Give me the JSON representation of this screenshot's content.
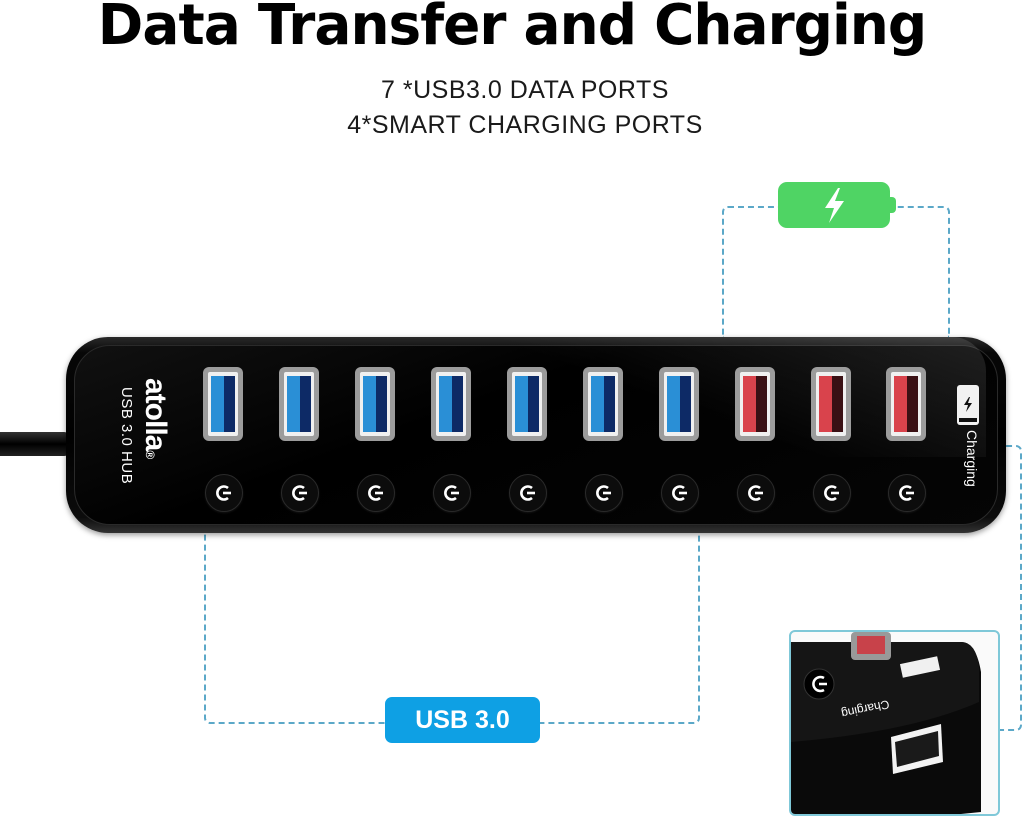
{
  "header": {
    "title": "Data Transfer and Charging",
    "subtitle_line1": "7 *USB3.0 DATA PORTS",
    "subtitle_line2": "4*SMART CHARGING PORTS"
  },
  "hub": {
    "brand": "atolla",
    "brand_mark": "®",
    "model_label": "USB 3.0 HUB",
    "charging_label": "Charging",
    "ports": [
      {
        "type": "usb3-data",
        "color": "#2a8fd6"
      },
      {
        "type": "usb3-data",
        "color": "#2a8fd6"
      },
      {
        "type": "usb3-data",
        "color": "#2a8fd6"
      },
      {
        "type": "usb3-data",
        "color": "#2a8fd6"
      },
      {
        "type": "usb3-data",
        "color": "#2a8fd6"
      },
      {
        "type": "usb3-data",
        "color": "#2a8fd6"
      },
      {
        "type": "usb3-data",
        "color": "#2a8fd6"
      },
      {
        "type": "smart-charging",
        "color": "#d9434c"
      },
      {
        "type": "smart-charging",
        "color": "#d9434c"
      },
      {
        "type": "smart-charging",
        "color": "#d9434c"
      }
    ],
    "power_buttons_count": 10
  },
  "callouts": {
    "usb_badge": "USB 3.0",
    "battery_icon": "battery-charging-icon",
    "inset_charging_label": "Charging"
  },
  "colors": {
    "accent_blue": "#0ea0e4",
    "battery_green": "#4fd464",
    "dashed_line": "#5ba8c8",
    "charging_port_red": "#d9434c",
    "data_port_blue": "#2a8fd6"
  }
}
